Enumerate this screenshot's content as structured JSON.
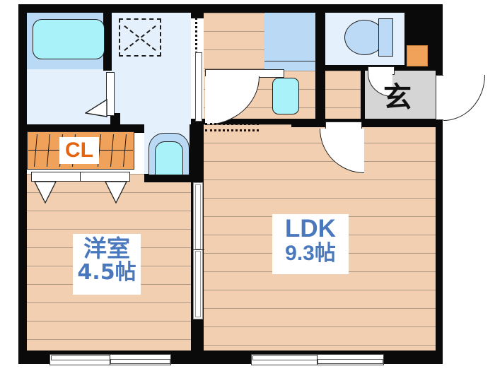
{
  "plan": {
    "type": "japanese-apartment-floorplan",
    "layout_name": "1LDK",
    "background_color": "#ffffff",
    "wall_color": "#0a0a0a",
    "colors": {
      "wood_floor": "#f2cfb0",
      "wet_area_floor": "#e4f0fb",
      "kitchen_counter": "#bad9f4",
      "fixture_cyan": "#a9f2fa",
      "closet_orange": "#f0a15a",
      "entry_gray": "#d5d5d5",
      "label_blue": "#4a78bd",
      "label_orange": "#e4640f"
    },
    "rooms": [
      {
        "id": "washitsu",
        "name_line1": "洋室",
        "name_line2": "4.5帖",
        "name": "洋室 4.5帖",
        "area_jo": 4.5,
        "floor": "wood"
      },
      {
        "id": "ldk",
        "name_line1": "LDK",
        "name_line2": "9.3帖",
        "name": "LDK 9.3帖",
        "area_jo": 9.3,
        "floor": "wood"
      },
      {
        "id": "genkan",
        "name_line1": "玄",
        "name": "玄",
        "floor": "tile"
      },
      {
        "id": "bath",
        "name": "浴室",
        "floor": "wet"
      },
      {
        "id": "washroom",
        "name": "洗面脱衣室",
        "floor": "wet"
      },
      {
        "id": "toilet",
        "name": "トイレ",
        "floor": "wet"
      },
      {
        "id": "kitchen",
        "name": "キッチン",
        "floor": "wood"
      }
    ],
    "closet": {
      "label": "CL",
      "name": "クローゼット"
    },
    "fixtures": [
      {
        "name": "bathtub"
      },
      {
        "name": "washing-machine-space"
      },
      {
        "name": "vanity-washbasin"
      },
      {
        "name": "kitchen-sink"
      },
      {
        "name": "toilet-bowl"
      },
      {
        "name": "toilet-tank"
      },
      {
        "name": "shoe-cabinet"
      }
    ],
    "openings": [
      {
        "name": "front-entrance-door",
        "type": "swing-out"
      },
      {
        "name": "genkan-hall-door",
        "type": "swing"
      },
      {
        "name": "ldk-hall-door",
        "type": "swing"
      },
      {
        "name": "washroom-door",
        "type": "swing"
      },
      {
        "name": "room-ldk-sliding-door",
        "type": "sliding"
      },
      {
        "name": "closet-folding-doors",
        "type": "folding"
      },
      {
        "name": "kitchen-sliding-door",
        "type": "sliding"
      },
      {
        "name": "washitsu-window",
        "type": "sliding-window"
      },
      {
        "name": "ldk-window",
        "type": "sliding-window"
      }
    ]
  }
}
